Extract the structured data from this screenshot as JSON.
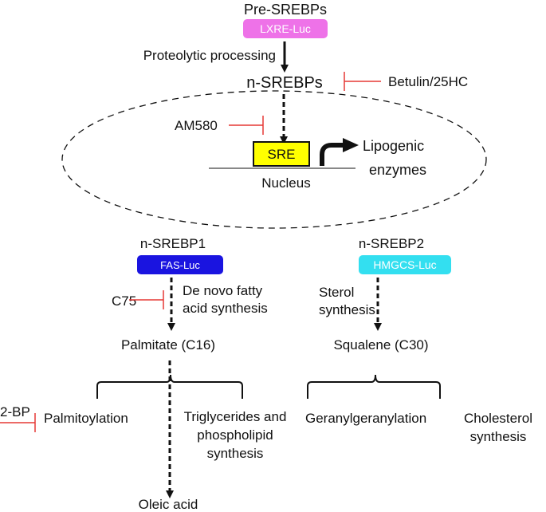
{
  "labels": {
    "pre_srebps": "Pre-SREBPs",
    "lxre_luc": "LXRE-Luc",
    "proteolytic_processing": "Proteolytic processing",
    "n_srebps": "n-SREBPs",
    "betulin_25hc": "Betulin/25HC",
    "am580": "AM580",
    "sre": "SRE",
    "lipogenic": "Lipogenic",
    "enzymes": "enzymes",
    "nucleus": "Nucleus",
    "n_srebp1": "n-SREBP1",
    "fas_luc": "FAS-Luc",
    "n_srebp2": "n-SREBP2",
    "hmgcs_luc": "HMGCS-Luc",
    "de_novo_line1": "De novo fatty",
    "de_novo_line2": "acid synthesis",
    "sterol_line1": "Sterol",
    "sterol_line2": "synthesis",
    "c75": "C75",
    "palmitate": "Palmitate (C16)",
    "squalene": "Squalene (C30)",
    "two_bp": "2-BP",
    "palmitoylation": "Palmitoylation",
    "trig_line1": "Triglycerides and",
    "trig_line2": "phospholipid",
    "trig_line3": "synthesis",
    "geranylgeranylation": "Geranylgeranylation",
    "chol_line1": "Cholesterol",
    "chol_line2": "synthesis",
    "oleic_acid": "Oleic acid"
  },
  "colors": {
    "lxre_box": "#ee72e8",
    "fas_box": "#1a14e0",
    "hmgcs_box": "#33dff0",
    "sre_box": "#ffff00",
    "inhibitor": "#e53935",
    "line": "#111111"
  }
}
